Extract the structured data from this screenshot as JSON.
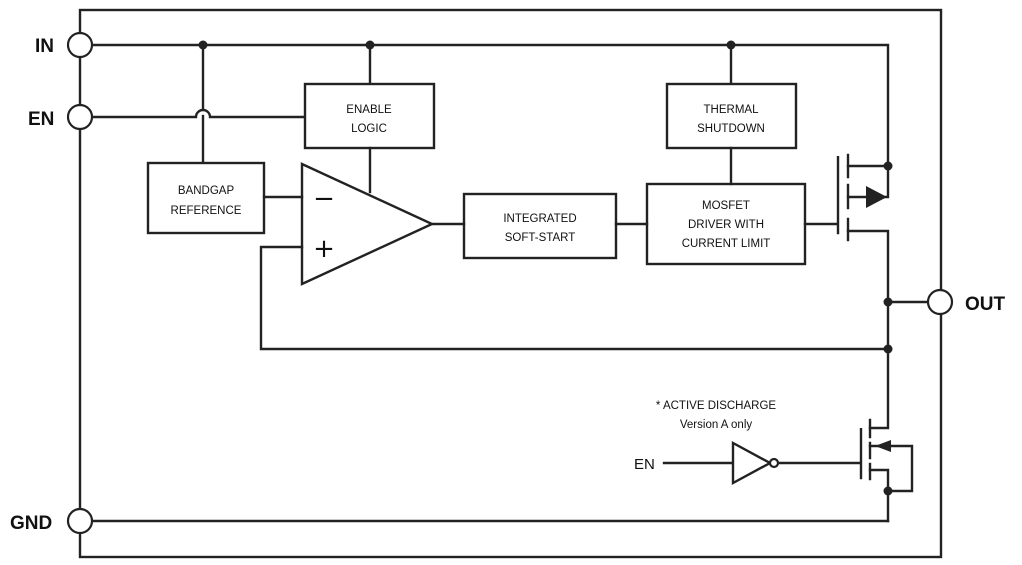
{
  "pins": {
    "in": "IN",
    "en": "EN",
    "gnd": "GND",
    "out": "OUT"
  },
  "blocks": {
    "enable_logic": [
      "ENABLE",
      "LOGIC"
    ],
    "thermal_shutdown": [
      "THERMAL",
      "SHUTDOWN"
    ],
    "bandgap_reference": [
      "BANDGAP",
      "REFERENCE"
    ],
    "integrated_soft_start": [
      "INTEGRATED",
      "SOFT-START"
    ],
    "mosfet_driver": [
      "MOSFET",
      "DRIVER WITH",
      "CURRENT LIMIT"
    ]
  },
  "amplifier": {
    "minus": "−",
    "plus": "+"
  },
  "discharge": {
    "note_line1": "* ACTIVE DISCHARGE",
    "note_line2": "Version A only",
    "input_label": "EN"
  }
}
